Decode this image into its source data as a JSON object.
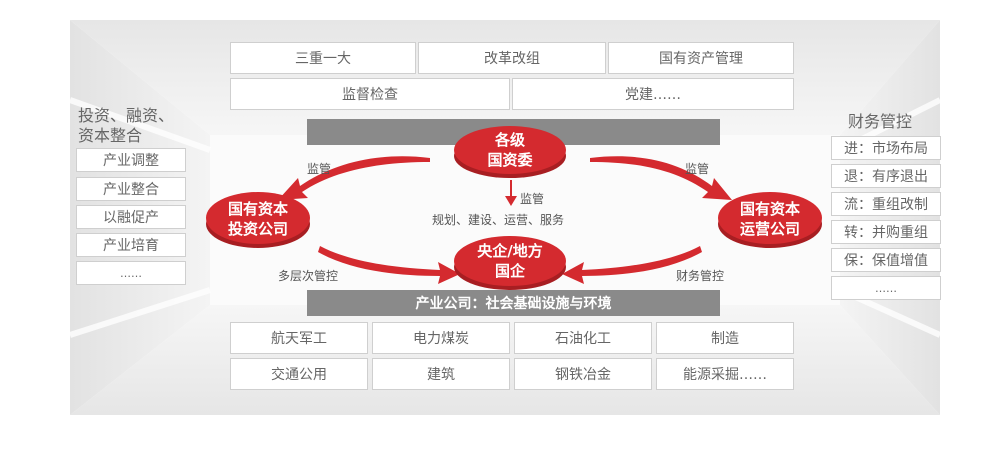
{
  "top_grid": {
    "row1": [
      "三重一大",
      "改革改组",
      "国有资产管理"
    ],
    "row2": [
      "监督检查",
      "党建……"
    ]
  },
  "left_panel": {
    "title_line1": "投资、融资、",
    "title_line2": "资本整合",
    "items": [
      "产业调整",
      "产业整合",
      "以融促产",
      "产业培育",
      "……"
    ]
  },
  "right_panel": {
    "title": "财务管控",
    "items": [
      "进：市场布局",
      "退：有序退出",
      "流：重组改制",
      "转：并购重组",
      "保：保值增值",
      "……"
    ]
  },
  "center": {
    "top_node": {
      "line1": "各级",
      "line2": "国资委"
    },
    "left_node": {
      "line1": "国有资本",
      "line2": "投资公司"
    },
    "right_node": {
      "line1": "国有资本",
      "line2": "运营公司"
    },
    "bottom_node": {
      "line1": "央企/地方",
      "line2": "国企"
    },
    "label_supervise_left": "监管",
    "label_supervise_right": "监管",
    "label_supervise_center": "监管",
    "label_functions": "规划、建设、运营、服务",
    "label_multilevel": "多层次管控",
    "label_financial": "财务管控",
    "bottom_bar": "产业公司：社会基础设施与环境"
  },
  "bottom_grid": {
    "row1": [
      "航天军工",
      "电力煤炭",
      "石油化工",
      "制造"
    ],
    "row2": [
      "交通公用",
      "建筑",
      "钢铁冶金",
      "能源采掘……"
    ]
  },
  "colors": {
    "node_red": "#d42a2f",
    "arrow_red": "#d42a2f",
    "bar_gray": "#8a8a8a"
  }
}
